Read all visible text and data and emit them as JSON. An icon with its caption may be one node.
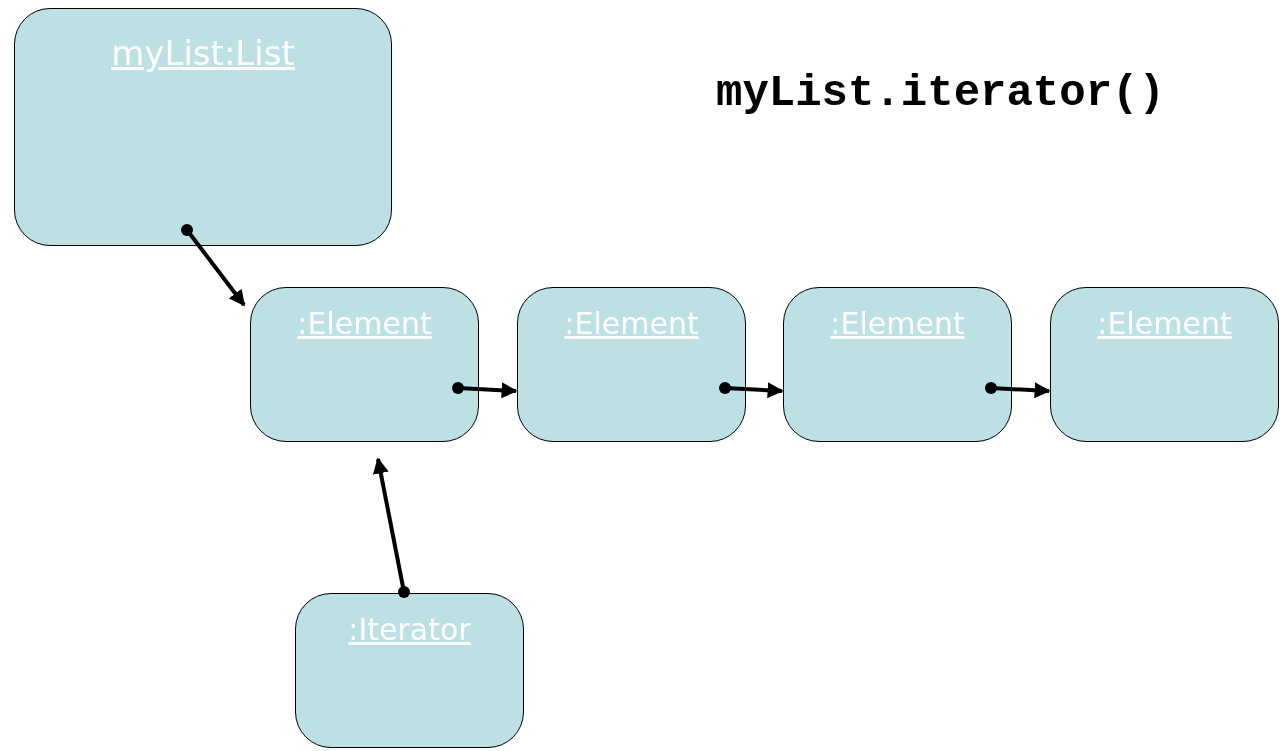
{
  "diagram": {
    "nodes": [
      {
        "text": [
          "myList:List"
        ]
      },
      {
        "text": [
          ":Element"
        ]
      },
      {
        "text": [
          ":Element"
        ]
      },
      {
        "text": [
          ":Element"
        ]
      },
      {
        "text": [
          ":Element"
        ]
      },
      {
        "text": [
          ":Iterator"
        ]
      }
    ],
    "edges": [
      {
        "from": 0,
        "to": 1,
        "arrow": "to"
      },
      {
        "from": 1,
        "to": 2,
        "arrow": "to"
      },
      {
        "from": 2,
        "to": 3,
        "arrow": "to"
      },
      {
        "from": 3,
        "to": 4,
        "arrow": "to"
      },
      {
        "from": 5,
        "to": 1,
        "arrow": "to"
      }
    ],
    "labels": [
      "myList.iterator()"
    ]
  }
}
